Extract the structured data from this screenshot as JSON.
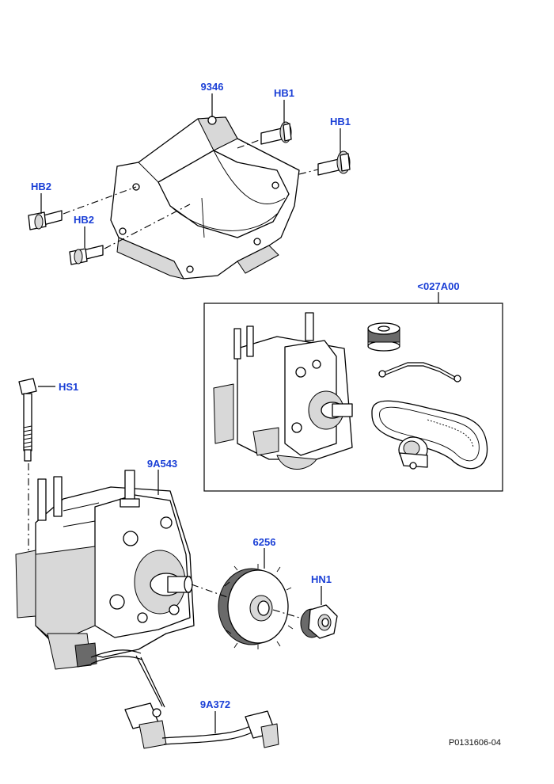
{
  "callouts": {
    "bracket": "9346",
    "hb1_top": "HB1",
    "hb1_right": "HB1",
    "hb2_left": "HB2",
    "hb2_bottom": "HB2",
    "kit": "<027A00",
    "hs1": "HS1",
    "pump": "9A543",
    "sprocket": "6256",
    "nut": "HN1",
    "harness": "9A372"
  },
  "reference": "P0131606-04",
  "colors": {
    "callout": "#1a3fd6",
    "line": "#000000",
    "shade": "#d8d8d8"
  }
}
